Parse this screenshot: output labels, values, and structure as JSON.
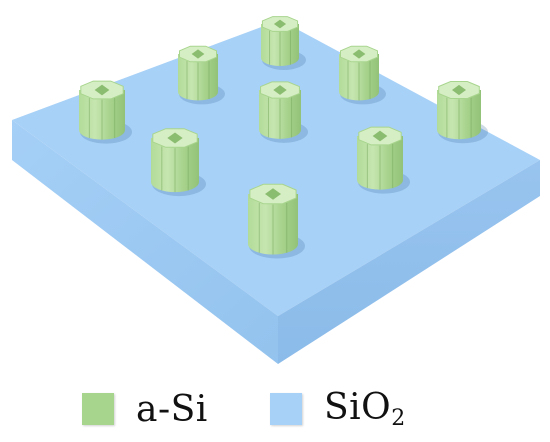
{
  "colors": {
    "substrate_top": "#a8d1f7",
    "substrate_left": "#9cc9f2",
    "substrate_front": "#90bfec",
    "pillar_light": "#c3e4ac",
    "pillar_mid": "#a8d58e",
    "pillar_dark": "#8cc070",
    "pillar_top": "#d6eec4",
    "pillar_hole": "#8bbd70"
  },
  "legend": {
    "items": [
      {
        "label": "a-Si",
        "color": "#a8d58e",
        "icon": "pillar-swatch"
      },
      {
        "label": "SiO",
        "subscript": "2",
        "color": "#a8d1f7",
        "icon": "substrate-swatch"
      }
    ]
  }
}
